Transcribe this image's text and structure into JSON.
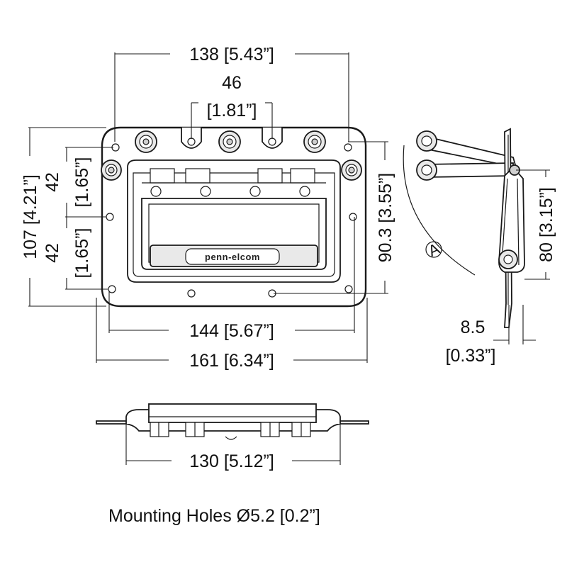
{
  "front_view": {
    "width_holes": "138 [5.43”]",
    "center_spacing_mm": "46",
    "center_spacing_in": "[1.81”]",
    "overall_height": "107 [4.21”]",
    "upper_offset_mm": "42",
    "upper_offset_in": "[1.65”]",
    "lower_offset_mm": "42",
    "lower_offset_in": "[1.65”]",
    "inner_height": "90.3 [3.55”]",
    "lower_hole_width": "144 [5.67”]",
    "overall_width": "161 [6.34”]",
    "brand_logo": "penn-elcom"
  },
  "side_view": {
    "handle_height": "80 [3.15”]",
    "depth_mm": "8.5",
    "depth_in": "[0.33”]",
    "arc_label": "A"
  },
  "bottom_view": {
    "recess_width": "130 [5.12”]"
  },
  "note": {
    "mounting_holes": "Mounting Holes Ø5.2 [0.2”]"
  }
}
